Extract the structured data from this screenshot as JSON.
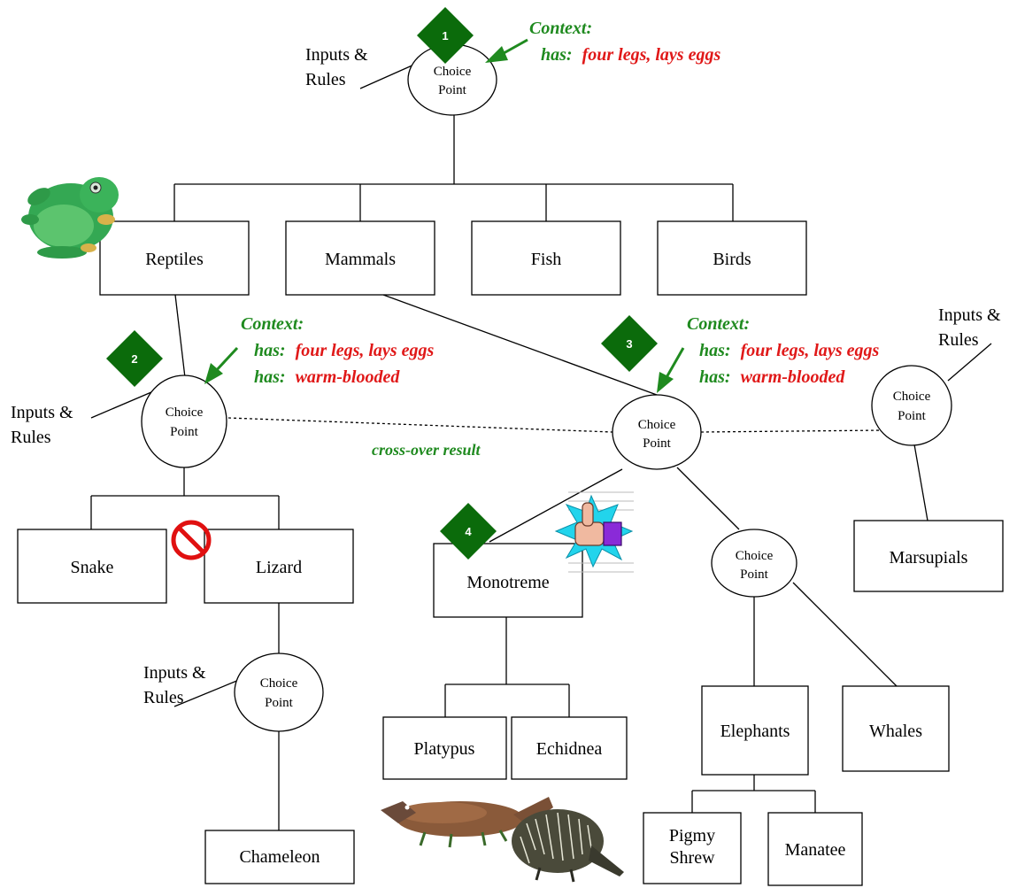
{
  "colors": {
    "context_green": "#1f8a1f",
    "context_red": "#e01818",
    "badge_green": "#0b6b0b",
    "no_sign_red": "#e01010"
  },
  "choice_point": {
    "line1": "Choice",
    "line2": "Point"
  },
  "inputs_rules": {
    "line1": "Inputs &",
    "line2": "Rules"
  },
  "context": {
    "heading": "Context:",
    "prefix": "has:",
    "fact1": "four legs, lays eggs",
    "fact2": "warm-blooded"
  },
  "badges": [
    "1",
    "2",
    "3",
    "4"
  ],
  "boxes": {
    "reptiles": "Reptiles",
    "mammals": "Mammals",
    "fish": "Fish",
    "birds": "Birds",
    "snake": "Snake",
    "lizard": "Lizard",
    "chameleon": "Chameleon",
    "monotreme": "Monotreme",
    "platypus": "Platypus",
    "echidnea": "Echidnea",
    "marsupials": "Marsupials",
    "elephants": "Elephants",
    "whales": "Whales",
    "pigmy_shrew": {
      "line1": "Pigmy",
      "line2": "Shrew"
    },
    "manatee": "Manatee"
  },
  "crossover": "cross-over result",
  "icons": [
    "frog-icon",
    "no-sign-icon",
    "thumbs-up-icon",
    "platypus-icon",
    "echidna-icon"
  ]
}
